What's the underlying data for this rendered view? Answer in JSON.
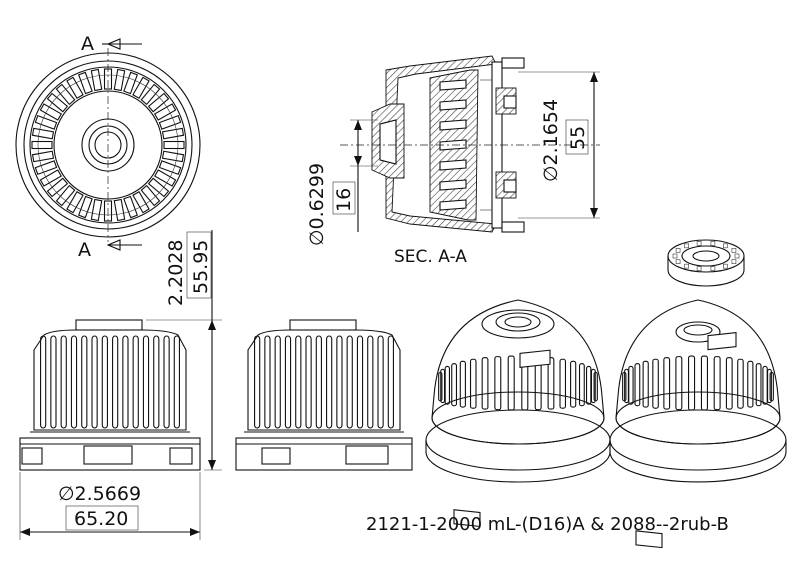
{
  "section_marks": {
    "top": "A",
    "bottom": "A"
  },
  "section_title": "SEC. A-A",
  "dimensions": {
    "inner_diameter_in": "∅0.6299",
    "inner_diameter_mm": "16",
    "thread_diameter_in": "∅2.1654",
    "thread_diameter_mm": "55",
    "height_in": "2.2028",
    "height_mm": "55.95",
    "outer_diameter_in": "∅2.5669",
    "outer_diameter_mm": "65.20"
  },
  "caption": "2121-1-2000 mL-(D16)A & 2088--2rub-B"
}
